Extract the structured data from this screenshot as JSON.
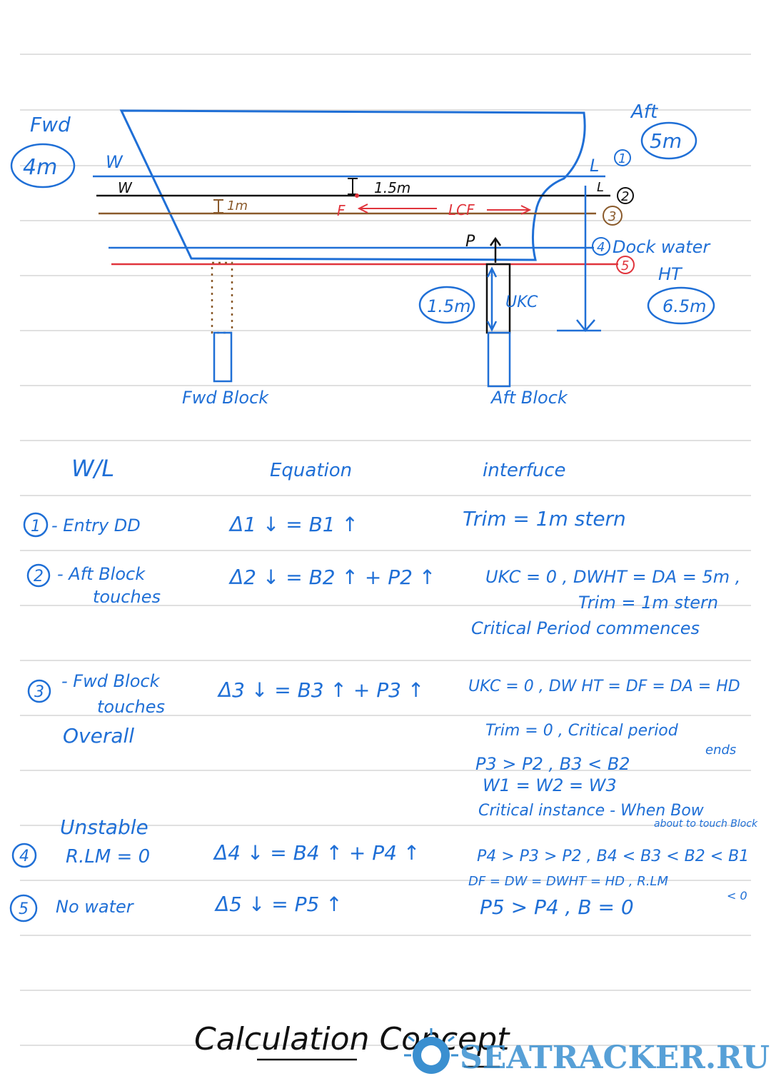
{
  "diagram": {
    "labels": {
      "fwd": "Fwd",
      "fwd_draft": "4m",
      "aft": "Aft",
      "aft_draft": "5m",
      "wl1_w": "W",
      "wl1_l": "L",
      "wl2_w": "W",
      "wl2_l": "L",
      "wl1_num": "1",
      "wl2_num": "2",
      "wl3_num": "3",
      "wl4_num": "4",
      "wl5_num": "5",
      "gap_15": "1.5m",
      "gap_1": "1m",
      "f_point": "F",
      "lcf": "LCF",
      "p_force": "P",
      "dock_water": "Dock water",
      "ht": "HT",
      "ht_value": "6.5m",
      "ukc_value": "1.5m",
      "ukc": "UKC",
      "fwd_block": "Fwd Block",
      "aft_block": "Aft Block"
    },
    "colors": {
      "blue": "#1f6fd6",
      "red": "#e0343c",
      "brown": "#8a5a2b",
      "black": "#111111",
      "rule": "#d5d5d5"
    }
  },
  "table": {
    "headers": {
      "wl": "W/L",
      "equation": "Equation",
      "inference": "interfuce"
    },
    "rows": [
      {
        "num": "1",
        "stage": [
          "- Entry DD"
        ],
        "equation": "Δ1 ↓ = B1 ↑",
        "inference": [
          "Trim = 1m stern"
        ]
      },
      {
        "num": "2",
        "stage": [
          "- Aft Block",
          "touches"
        ],
        "equation": "Δ2 ↓ = B2 ↑ + P2 ↑",
        "inference": [
          "UKC = 0 , DWHT = DA = 5m ,",
          "Trim = 1m stern",
          "Critical Period commences"
        ]
      },
      {
        "num": "3",
        "stage": [
          "- Fwd Block",
          "touches",
          "Overall"
        ],
        "equation": "Δ3 ↓ = B3 ↑ + P3 ↑",
        "inference": [
          "UKC = 0 , DW HT = DF = DA = HD",
          "Trim = 0 , Critical period",
          "ends",
          "P3 > P2 , B3 < B2",
          "W1 = W2 = W3",
          "Critical instance - When Bow",
          "about to touch Block"
        ]
      },
      {
        "num": "4",
        "stage": [
          "Unstable",
          "R.LM = 0"
        ],
        "equation": "Δ4 ↓ = B4 ↑ + P4 ↑",
        "inference": [
          "P4 > P3 > P2 , B4 < B3 < B2 < B1",
          "DF = DW = DWHT = HD , R.LM",
          "< 0"
        ]
      },
      {
        "num": "5",
        "stage": [
          "No water"
        ],
        "equation": "Δ5 ↓ = P5 ↑",
        "inference": [
          "P5 > P4 , B = 0"
        ]
      }
    ]
  },
  "footer": {
    "title": "Calculation Concept",
    "watermark": "SEATRACKER.RU"
  }
}
